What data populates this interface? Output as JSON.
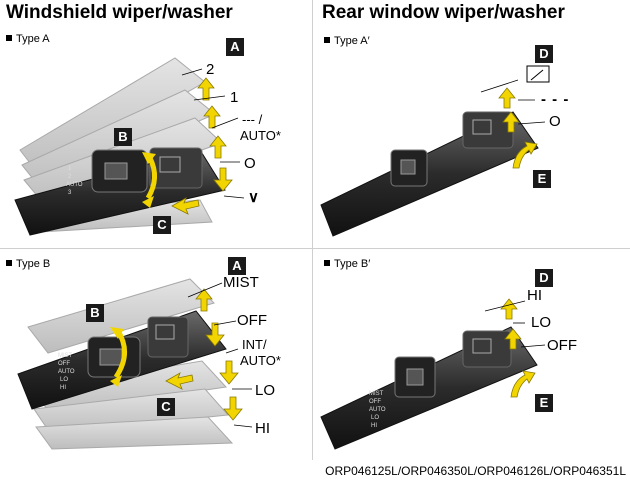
{
  "windshield": {
    "title": "Windshield wiper/washer",
    "type_a": {
      "label": "Type A",
      "positions": [
        "2",
        "1",
        "--- /",
        "AUTO*",
        "O",
        "∨"
      ],
      "tags": {
        "a": "A",
        "b": "B",
        "c": "C"
      }
    },
    "type_b": {
      "label": "Type B",
      "positions": [
        "MIST",
        "OFF",
        "INT/",
        "AUTO*",
        "LO",
        "HI"
      ],
      "tags": {
        "a": "A",
        "b": "B",
        "c": "C"
      }
    }
  },
  "rear": {
    "title": "Rear window wiper/washer",
    "type_a": {
      "label": "Type A′",
      "positions": [
        "- - -",
        "O"
      ],
      "tags": {
        "d": "D",
        "e": "E"
      }
    },
    "type_b": {
      "label": "Type B′",
      "positions": [
        "HI",
        "LO",
        "OFF"
      ],
      "tags": {
        "d": "D",
        "e": "E"
      }
    }
  },
  "footer": "ORP046125L/ORP046350L/ORP046126L/ORP046351L",
  "colors": {
    "arrow": "#f2d500",
    "lever": "#333333",
    "ghost": "#cfcfcf",
    "tag": "#1a1a1a"
  }
}
